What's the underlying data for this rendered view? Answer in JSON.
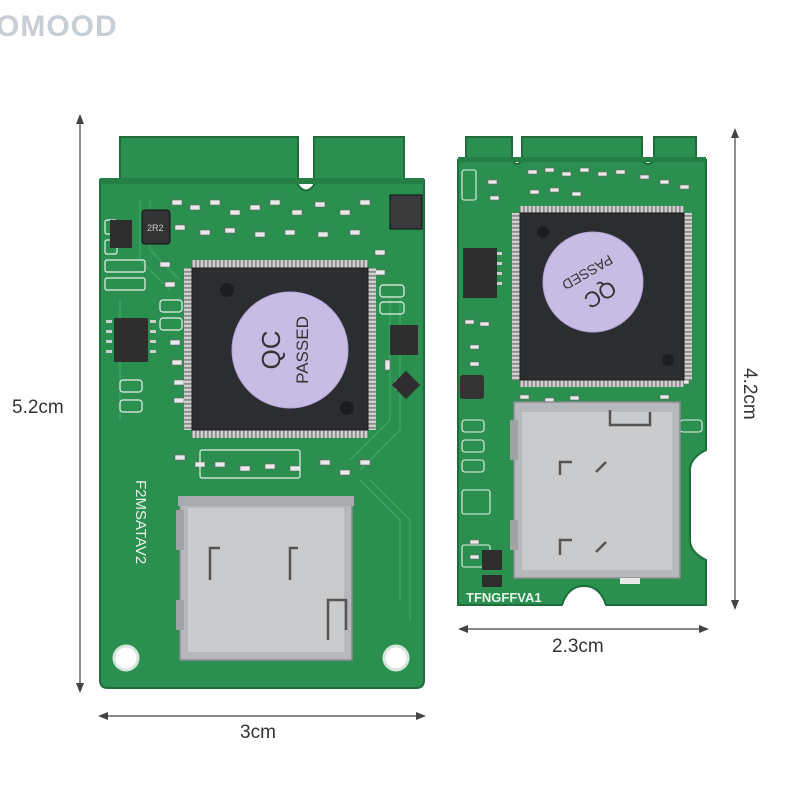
{
  "watermark": "OMOOD",
  "left_card": {
    "silkscreen_model": "F2MSATAV2",
    "chip_label_top": "QC",
    "chip_label_bottom": "PASSED",
    "height_label": "5.2cm",
    "width_label": "3cm",
    "pcb_color": "#2a8f4f",
    "gold_contact_color": "#d9ad3a"
  },
  "right_card": {
    "silkscreen_model": "TFNGFFVA1",
    "chip_label_top": "QC",
    "chip_label_bottom": "PASSED",
    "height_label": "4.2cm",
    "width_label": "2.3cm",
    "pcb_color": "#2a8f4f",
    "gold_contact_color": "#d9ad3a"
  },
  "colors": {
    "chip": "#2b2d31",
    "qc_sticker": "#c7bde4",
    "card_slot": "#c2c4c6"
  }
}
